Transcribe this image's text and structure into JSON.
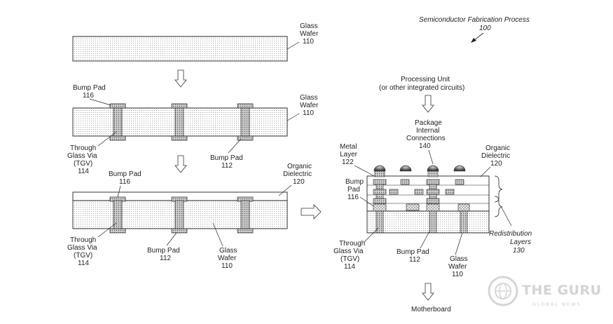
{
  "title": {
    "line1": "Semiconductor Fabrication Process",
    "ref": "100"
  },
  "step1": {
    "wafer": [
      "Glass",
      "Wafer",
      "110"
    ]
  },
  "step2": {
    "bump_pad_top": [
      "Bump Pad",
      "116"
    ],
    "wafer": [
      "Glass",
      "Wafer",
      "110"
    ],
    "tgv": [
      "Through",
      "Glass Via",
      "(TGV)",
      "114"
    ],
    "bump_pad_bottom": [
      "Bump Pad",
      "112"
    ]
  },
  "step3": {
    "bump_pad_top": [
      "Bump Pad",
      "116"
    ],
    "dielectric": [
      "Organic",
      "Dielectric",
      "120"
    ],
    "tgv": [
      "Through",
      "Glass Via",
      "(TGV)",
      "114"
    ],
    "bump_pad_bottom": [
      "Bump Pad",
      "112"
    ],
    "wafer": [
      "Glass",
      "Wafer",
      "110"
    ]
  },
  "step4": {
    "processing_unit": [
      "Processing Unit",
      "(or other integrated circuits)"
    ],
    "connections": [
      "Package",
      "Internal",
      "Connections",
      "140"
    ],
    "metal_layer": [
      "Metal",
      "Layer",
      "122"
    ],
    "dielectric": [
      "Organic",
      "Dielectric",
      "120"
    ],
    "bump_pad": [
      "Bump",
      "Pad",
      "116"
    ],
    "redistribution": [
      "Redistribution",
      "Layers",
      "130"
    ],
    "tgv": [
      "Through",
      "Glass Via",
      "(TGV)",
      "114"
    ],
    "bump_pad_bottom": [
      "Bump Pad",
      "112"
    ],
    "wafer": [
      "Glass",
      "Wafer",
      "110"
    ],
    "motherboard": "Motherboard"
  },
  "watermark": {
    "title": "THE GURU",
    "subtitle": "GLOBAL NEWS"
  }
}
